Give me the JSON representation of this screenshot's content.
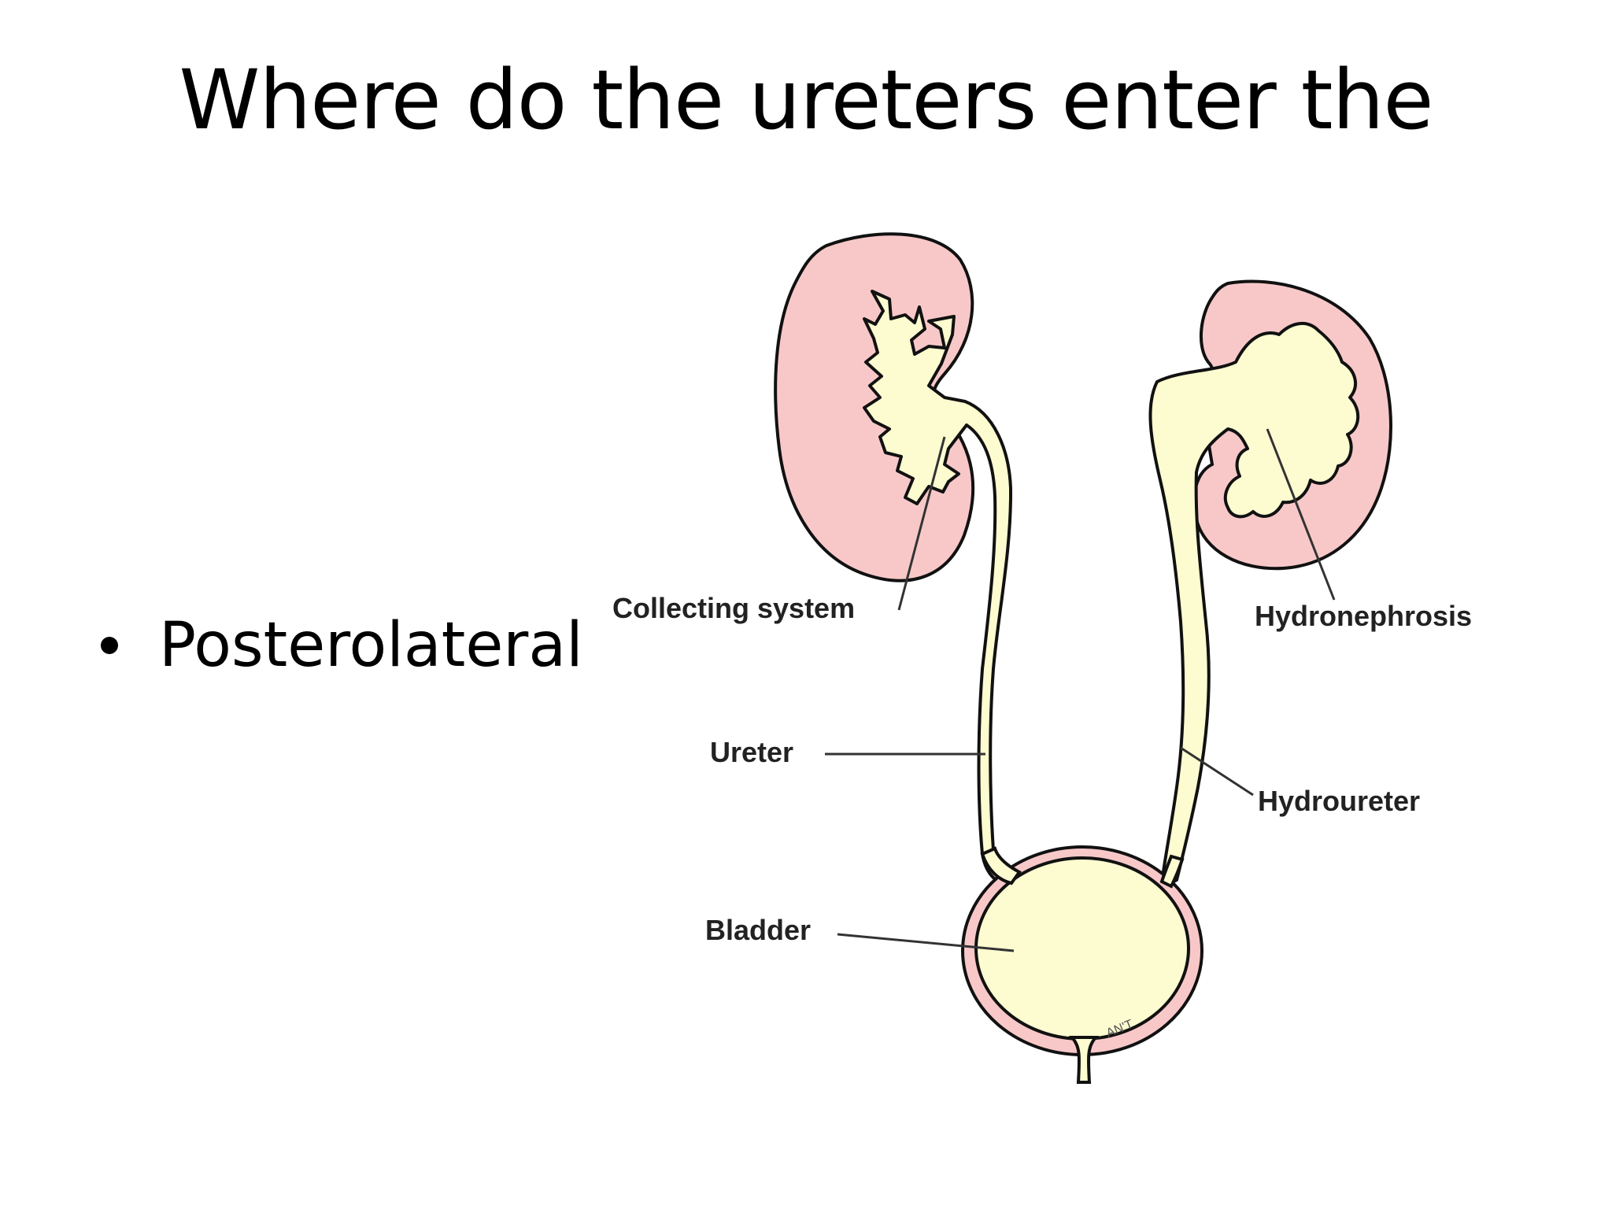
{
  "slide": {
    "title": "Where do the ureters enter the",
    "bullets": [
      "Posterolateral"
    ]
  },
  "diagram": {
    "labels": {
      "collecting_system": "Collecting system",
      "hydronephrosis": "Hydronephrosis",
      "ureter": "Ureter",
      "hydroureter": "Hydroureter",
      "bladder": "Bladder",
      "signature": "AN'T"
    },
    "colors": {
      "kidney_tissue": "#f8c8c8",
      "urine": "#fdfbd0",
      "outline": "#111111"
    }
  }
}
